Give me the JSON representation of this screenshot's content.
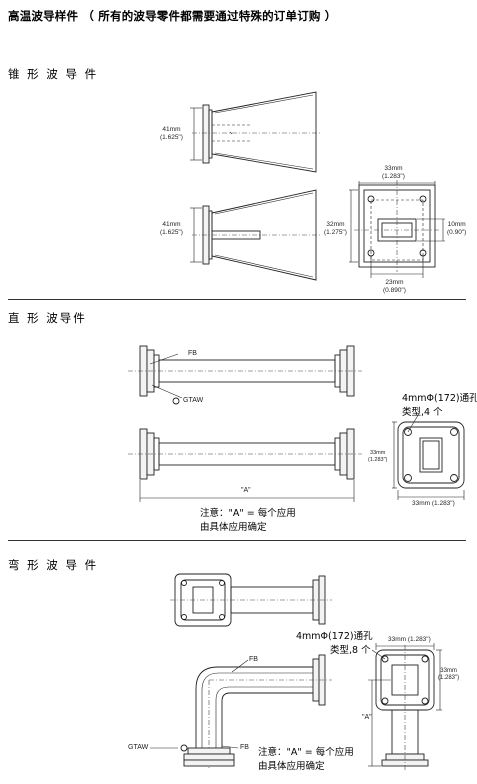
{
  "page": {
    "title": "高温波导样件 （ 所有的波导零件都需要通过特殊的订单订购 ）"
  },
  "sections": {
    "tapered": {
      "heading": "锥 形 波 导 件",
      "dim_41_top": [
        "41mm",
        "(1.625\")"
      ],
      "dim_41_bottom": [
        "41mm",
        "(1.625\")"
      ],
      "flange_width": [
        "33mm",
        "(1.283\")"
      ],
      "flange_height": [
        "32mm",
        "(1.275\")"
      ],
      "opening": [
        "10mm",
        "(0.90\")"
      ],
      "hole_spacing": [
        "23mm",
        "(0.890\")"
      ]
    },
    "straight": {
      "heading": "直 形 波导件",
      "fb_label": "FB",
      "gtaw_label": "GTAW",
      "length_label": "\"A\"",
      "holes_label_1": "4mmΦ(172)通孔",
      "holes_label_2": "类型,4 个",
      "flange_height": [
        "33mm",
        "(1.283\")"
      ],
      "flange_width": "33mm  (1.283\")",
      "note_line1": "注意：\"A\" =  每个应用",
      "note_line2": "由具体应用确定"
    },
    "bent": {
      "heading": "弯 形 波 导 件",
      "holes_label_1": "4mmΦ(172)通孔",
      "holes_label_2": "类型,8 个",
      "flange_width": "33mm  (1.283\")",
      "flange_height": [
        "33mm",
        "(1.283\")"
      ],
      "length_label": "\"A\"",
      "fb_label_1": "FB",
      "fb_label_2": "FB",
      "gtaw_label": "GTAW",
      "note_line1": "注意：\"A\" =  每个应用",
      "note_line2": "由具体应用确定"
    }
  }
}
